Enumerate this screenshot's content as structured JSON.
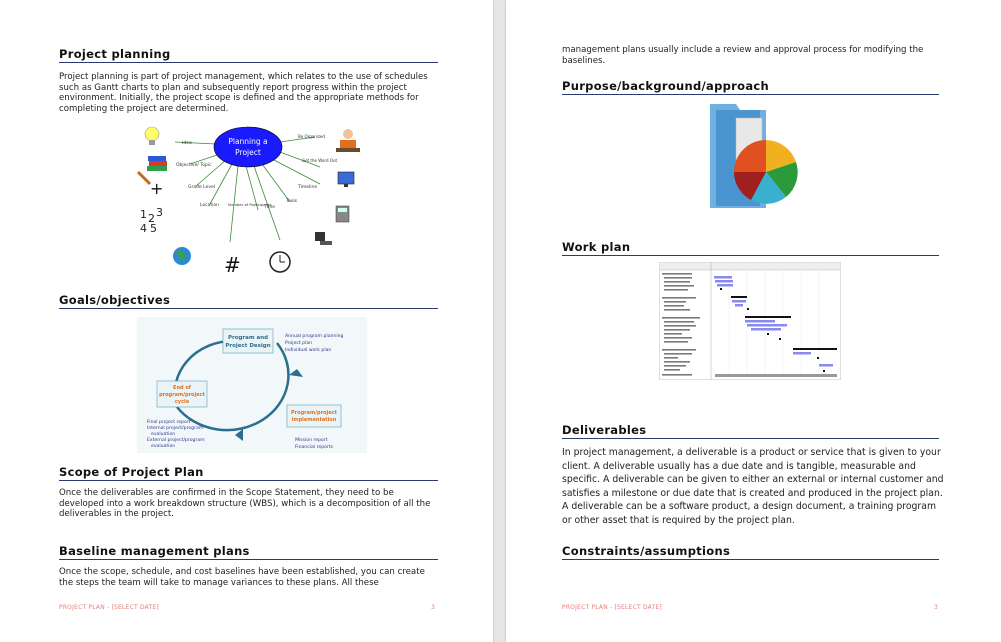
{
  "left_page": {
    "sections": {
      "planning": {
        "heading": "Project planning",
        "body": "Project planning is part of project management, which relates to the use of schedules such as Gantt charts to plan and subsequently report progress within the project environment. Initially, the project scope is defined and the appropriate methods for completing the project are determined."
      },
      "goals": {
        "heading": "Goals/objectives"
      },
      "scope": {
        "heading": "Scope of Project Plan",
        "body": "Once the deliverables are confirmed in the Scope Statement, they need to be developed into a work breakdown structure (WBS), which is a decomposition of all the deliverables in the project."
      },
      "baseline": {
        "heading": "Baseline management plans",
        "body": "Once the scope, schedule, and cost baselines have been established, you can create the steps the team will take to manage variances to these plans. All these"
      }
    },
    "mindmap": {
      "center": "Planning a Project",
      "center_line1": "Planning a",
      "center_line2": "Project",
      "nodes": [
        "Idea",
        "Objective/ Topic",
        "Grade Level",
        "Location",
        "Number of Participants",
        "Time",
        "Tools",
        "Timeline",
        "Get the Word Out",
        "Be Organized"
      ]
    },
    "cycle": {
      "program_design": [
        "Program and",
        "Project Design"
      ],
      "end_cycle": [
        "End of",
        "program/project",
        "cycle"
      ],
      "implementation": [
        "Program/project",
        "implementation"
      ],
      "top_notes": [
        "Annual program planning",
        "Project plan",
        "Individual work plan"
      ],
      "left_notes": [
        "Final project report",
        "Internal project/program",
        "evaluation",
        "External project/program",
        "evaluation"
      ],
      "bottom_notes": [
        "Mission report",
        "Financial reports"
      ]
    },
    "footer": {
      "text": "PROJECT PLAN - [SELECT DATE]",
      "page": "3"
    }
  },
  "right_page": {
    "continued": "management plans usually include a review and approval process for modifying the baselines.",
    "sections": {
      "purpose": {
        "heading": "Purpose/background/approach"
      },
      "workplan": {
        "heading": "Work plan"
      },
      "deliverables": {
        "heading": "Deliverables",
        "body": "In project management, a deliverable is a product or service that is given to your client. A deliverable usually has a due date and is tangible, measurable and specific. A deliverable can be given to either an external or internal customer and satisfies a milestone or due date that is created and produced in the project plan. A deliverable can be a software product, a design document, a training program or other asset that is required by the project plan."
      },
      "constraints": {
        "heading": "Constraints/assumptions"
      }
    },
    "footer": {
      "text": "PROJECT PLAN - [SELECT DATE]",
      "page": "3"
    }
  },
  "colors": {
    "heading_rule": "#2b3b6b",
    "footer": "#e08080",
    "mindmap_center": "#1a1aff",
    "cycle_arrow": "#2a6f8f",
    "gantt_bar": "#8a8aee"
  }
}
